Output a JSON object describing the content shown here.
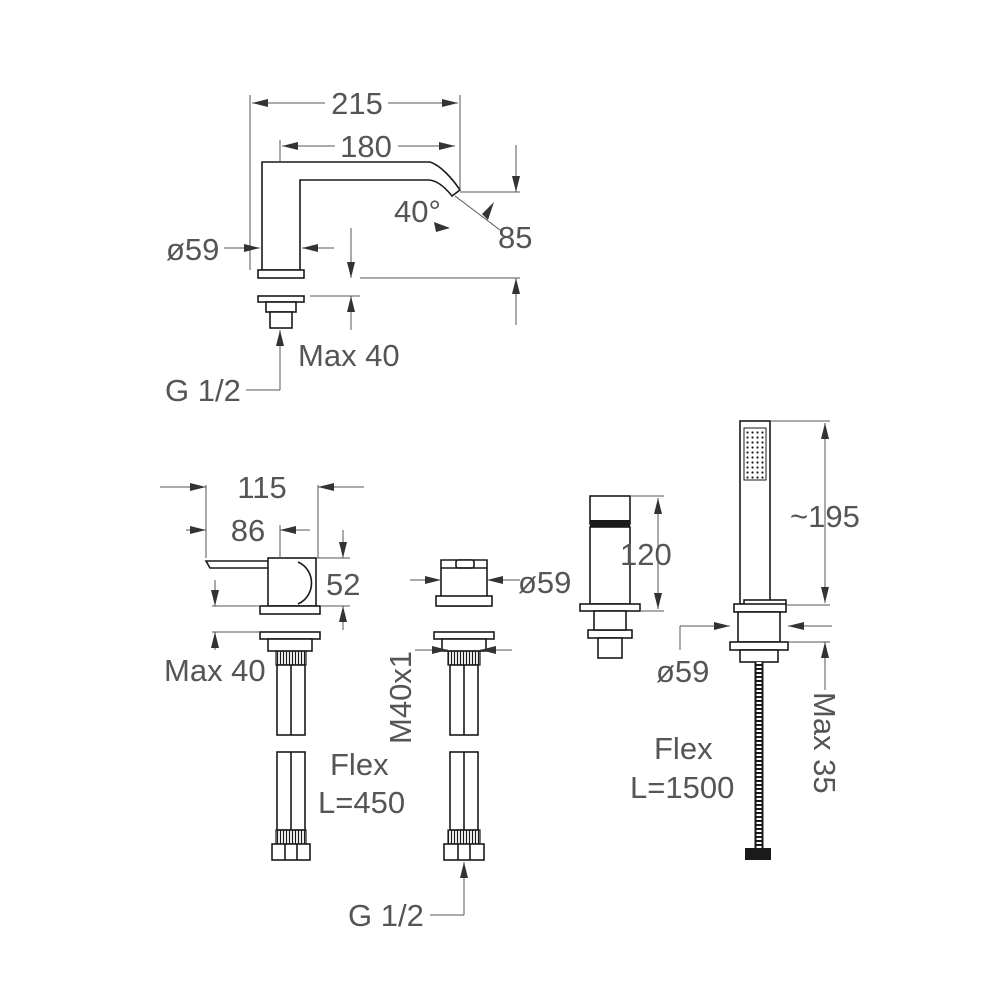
{
  "spout": {
    "dim_width_total": "215",
    "dim_reach": "180",
    "angle": "40°",
    "dim_height": "85",
    "diameter": "ø59",
    "max_thickness": "Max 40",
    "connection": "G 1/2"
  },
  "mixer": {
    "dim_width": "115",
    "dim_lever": "86",
    "dim_height": "52",
    "max_thickness": "Max 40",
    "flex_label": "Flex",
    "flex_length": "L=450"
  },
  "diverter": {
    "diameter": "ø59",
    "thread": "M40x1",
    "connection": "G 1/2"
  },
  "shower_holder": {
    "dim_height": "120"
  },
  "hand_shower": {
    "dim_height": "~195",
    "diameter": "ø59",
    "max_thickness": "Max 35",
    "flex_label": "Flex",
    "flex_length": "L=1500"
  }
}
